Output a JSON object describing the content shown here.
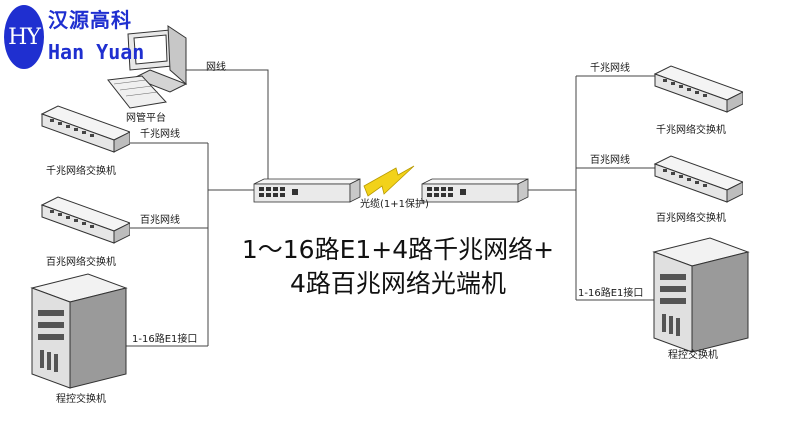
{
  "logo": {
    "mark": "HY",
    "name_cn": "汉源高科",
    "name_en": "Han Yuan",
    "color": "#1f2fd0"
  },
  "title": {
    "line1": "1～16路E1+4路千兆网络+",
    "line2": "4路百兆网络光端机"
  },
  "fiber_label": "光缆(1+1保护)",
  "left": {
    "nms_label": "网管平台",
    "nms_link_label": "网线",
    "gigabit_switch_label": "千兆网络交换机",
    "gigabit_link_label": "千兆网线",
    "fast_switch_label": "百兆网络交换机",
    "fast_link_label": "百兆网线",
    "pbx_label": "程控交换机",
    "e1_link_label": "1-16路E1接口"
  },
  "right": {
    "gigabit_switch_label": "千兆网络交换机",
    "gigabit_link_label": "千兆网线",
    "fast_switch_label": "百兆网络交换机",
    "fast_link_label": "百兆网线",
    "pbx_label": "程控交换机",
    "e1_link_label": "1-16路E1接口"
  },
  "icons": {
    "nms": "computer-icon",
    "switch": "network-switch-icon",
    "pbx": "pbx-cabinet-icon",
    "terminal": "optical-terminal-icon",
    "link": "lightning-bolt-icon"
  }
}
